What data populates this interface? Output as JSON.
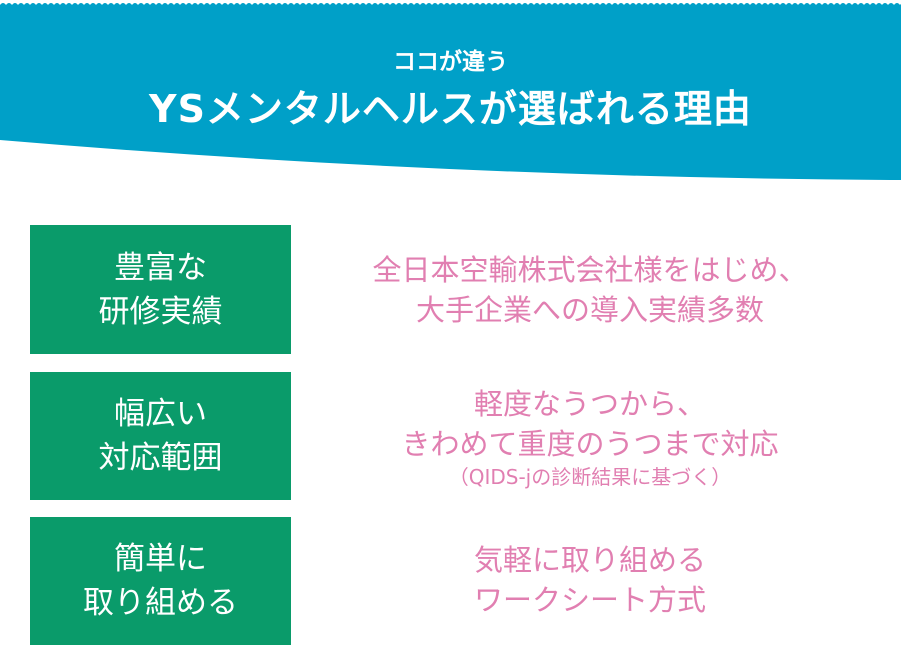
{
  "header": {
    "subtitle": "ココが違う",
    "title": "YSメンタルヘルスが選ばれる理由",
    "color": "#00a0c8"
  },
  "reasons": [
    {
      "label_line1": "豊富な",
      "label_line2": "研修実績",
      "desc_line1": "全日本空輸株式会社様をはじめ、",
      "desc_line2": "大手企業への導入実績多数"
    },
    {
      "label_line1": "幅広い",
      "label_line2": "対応範囲",
      "desc_line1": "軽度なうつから、",
      "desc_line2": "きわめて重度のうつまで対応",
      "note": "（QIDS-jの診断結果に基づく）"
    },
    {
      "label_line1": "簡単に",
      "label_line2": "取り組める",
      "desc_line1": "気軽に取り組める",
      "desc_line2": "ワークシート方式"
    }
  ],
  "colors": {
    "green": "#0a9b6a",
    "pink": "#e17fb1"
  }
}
